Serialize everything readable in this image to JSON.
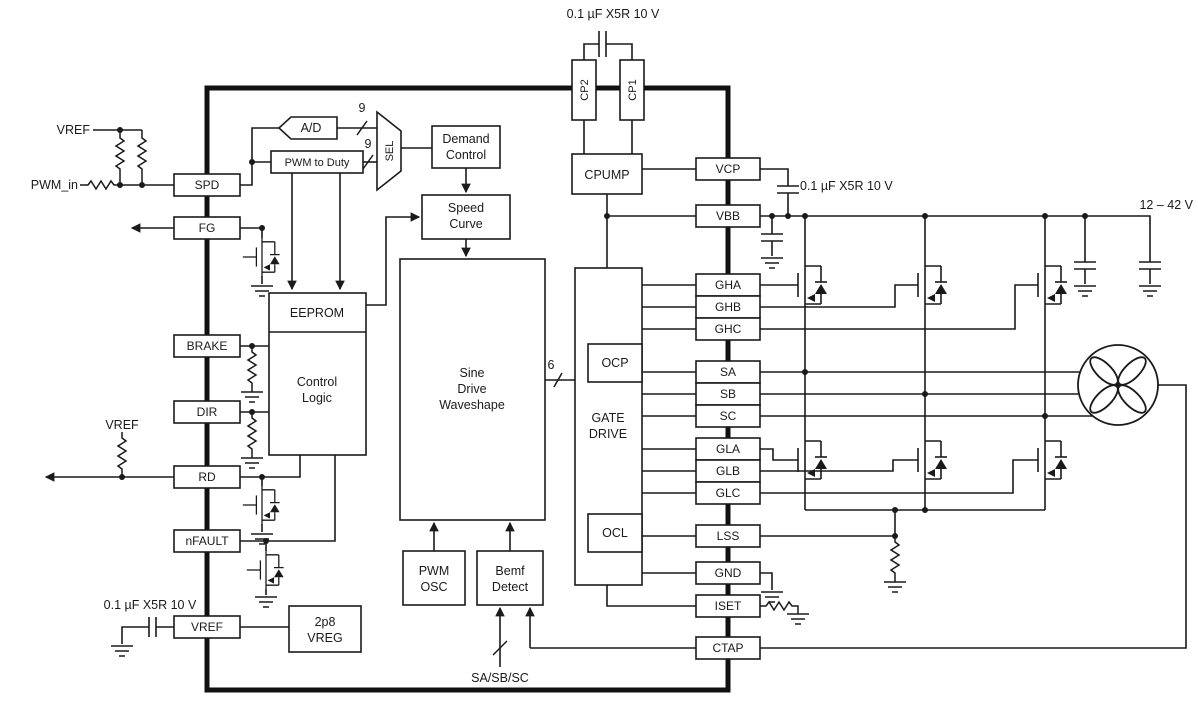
{
  "chip": {
    "left_pins": [
      "SPD",
      "FG",
      "BRAKE",
      "DIR",
      "RD",
      "nFAULT",
      "VREF"
    ],
    "right_pins": [
      "VCP",
      "VBB",
      "GHA",
      "GHB",
      "GHC",
      "SA",
      "SB",
      "SC",
      "GLA",
      "GLB",
      "GLC",
      "LSS",
      "GND",
      "ISET",
      "CTAP"
    ],
    "top_pins": [
      "CP2",
      "CP1"
    ]
  },
  "blocks": {
    "ad": "A/D",
    "pwm_to_duty": "PWM to Duty",
    "sel": "SEL",
    "demand": [
      "Demand",
      "Control"
    ],
    "speed_curve": [
      "Speed",
      "Curve"
    ],
    "eeprom": "EEPROM",
    "control_logic": [
      "Control",
      "Logic"
    ],
    "sine": [
      "Sine",
      "Drive",
      "Waveshape"
    ],
    "pwm_osc": [
      "PWM",
      "OSC"
    ],
    "bemf": [
      "Bemf",
      "Detect"
    ],
    "cpump": "CPUMP",
    "gate_drive": [
      "GATE",
      "DRIVE"
    ],
    "ocp": "OCP",
    "ocl": "OCL",
    "vreg": [
      "2p8",
      "VREG"
    ]
  },
  "labels": {
    "cp_cap": "0.1 µF X5R 10 V",
    "vcp_cap": "0.1 µF X5R 10 V",
    "vref_cap": "0.1 µF X5R 10 V",
    "supply_range": "12 – 42 V",
    "vref_top": "VREF",
    "pwm_in": "PWM_in",
    "vref_mid": "VREF",
    "sa_sb_sc": "SA/SB/SC",
    "bus_width_9a": "9",
    "bus_width_9b": "9",
    "bus_width_6": "6"
  }
}
